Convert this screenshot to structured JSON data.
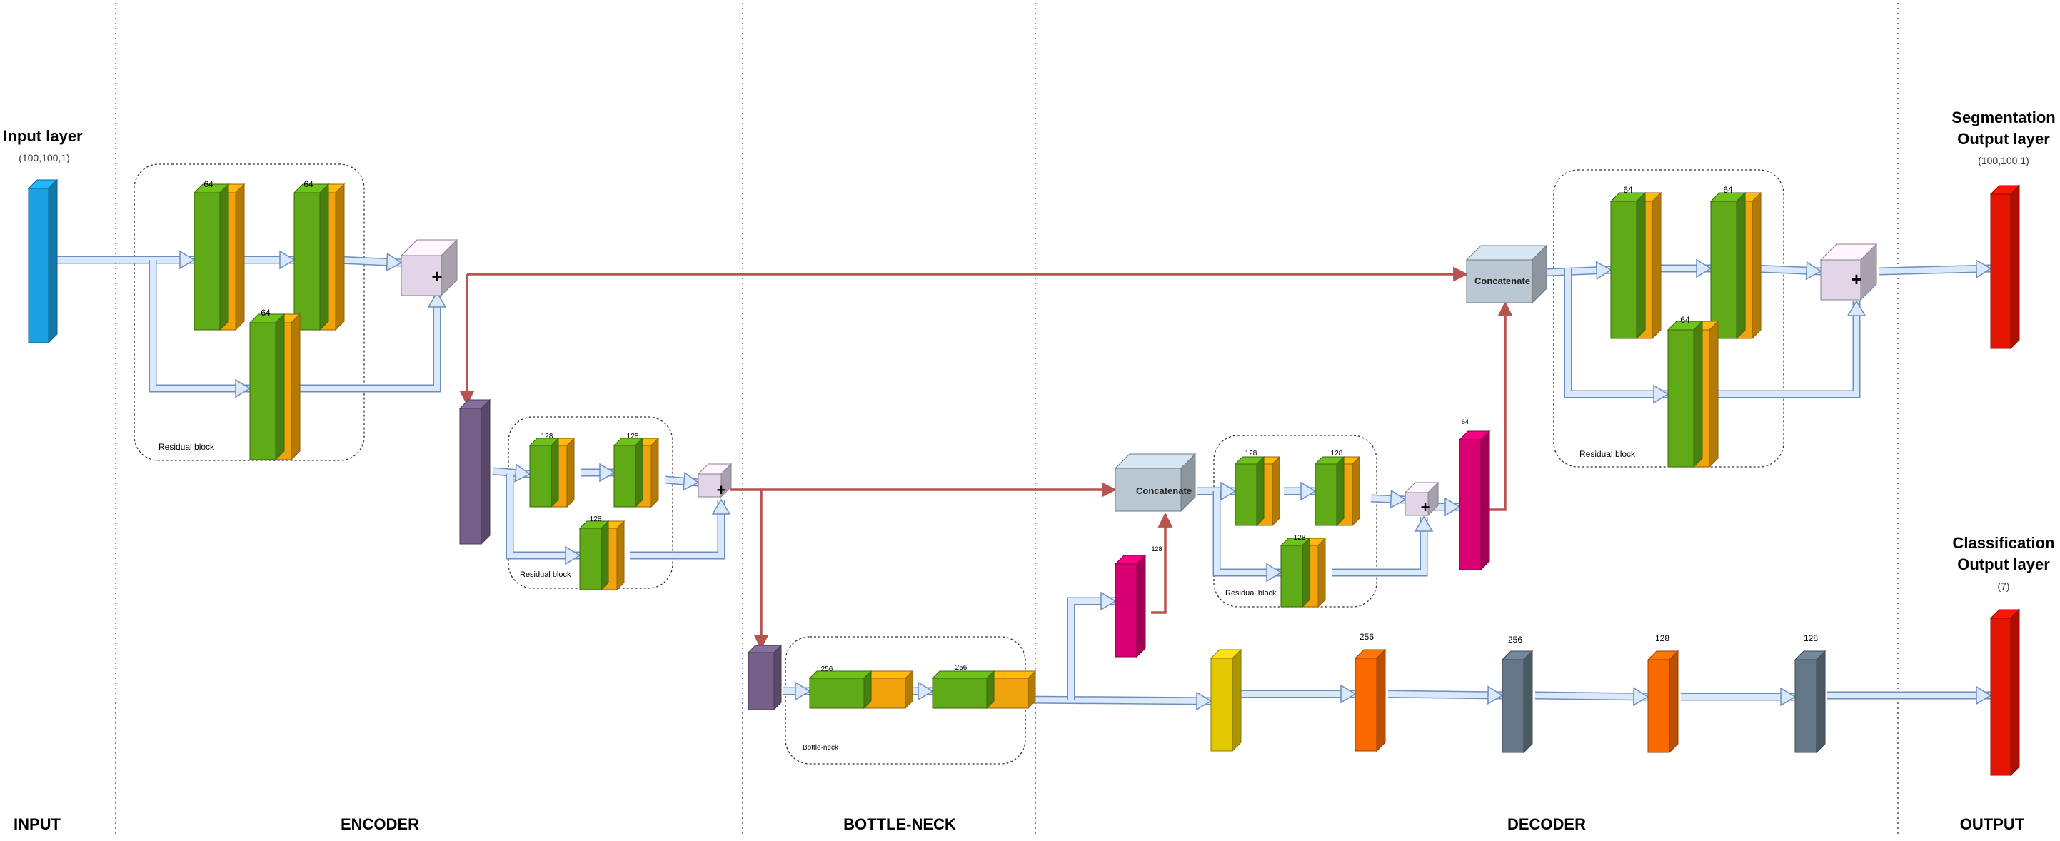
{
  "sections": {
    "input": "INPUT",
    "encoder": "ENCODER",
    "bottleneck": "BOTTLE-NECK",
    "decoder": "DECODER",
    "output": "OUTPUT"
  },
  "input_layer": {
    "title": "Input layer",
    "shape": "(100,100,1)"
  },
  "seg_output": {
    "title_line1": "Segmentation",
    "title_line2": "Output layer",
    "shape": "(100,100,1)"
  },
  "cls_output": {
    "title_line1": "Classification",
    "title_line2": "Output layer",
    "shape": "(7)"
  },
  "enc_block1": {
    "caption": "Residual block",
    "f1": "64",
    "f2": "64",
    "f3": "64"
  },
  "enc_block2": {
    "caption": "Residual block",
    "f1": "128",
    "f2": "128",
    "f3": "128"
  },
  "bottleneck_block": {
    "caption": "Bottle-neck",
    "f1": "256",
    "f2": "256"
  },
  "dec_block2": {
    "caption": "Residual block",
    "f1": "128",
    "f2": "128",
    "f3": "128",
    "concat": "Concatenate",
    "up_filters": "128"
  },
  "dec_block1": {
    "caption": "Residual block",
    "f1": "64",
    "f2": "64",
    "f3": "64",
    "concat": "Concatenate",
    "up_filters": "64"
  },
  "cls_head": {
    "d1": "256",
    "d2": "256",
    "d3": "128",
    "d4": "128"
  },
  "add_symbol": "+",
  "colors": {
    "input": "#1ba1e2",
    "green": "#60a917",
    "orange": "#f0a30a",
    "purple": "#76608a",
    "magenta": "#d80073",
    "yellow": "#e3c800",
    "dark_orange": "#fa6800",
    "slate": "#647687",
    "red": "#e51400",
    "concat": "#bac8d3",
    "add": "#e1d5e7",
    "arrow_fill": "#dae8fc",
    "arrow_stroke": "#6c8ebf",
    "skip": "#b85450"
  }
}
